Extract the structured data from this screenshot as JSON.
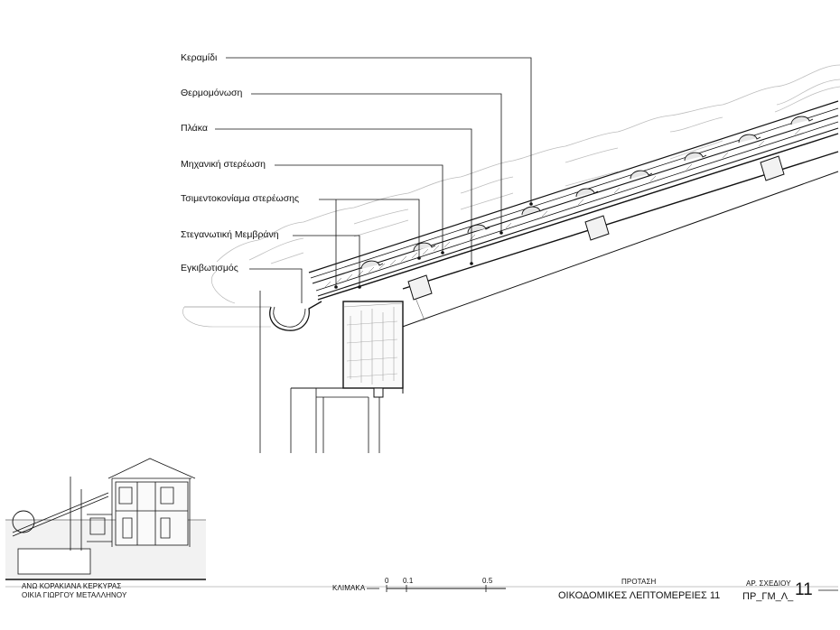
{
  "labels": [
    "Κεραμίδι",
    "Θερμομόνωση",
    "Πλάκα",
    "Μηχανική στερέωση",
    "Τσιμεντοκονίαμα στερέωσης",
    "Στεγανωτική Μεμβράνη",
    "Εγκιβωτισμός"
  ],
  "titleblock": {
    "location": "ΑΝΩ ΚΟΡΑΚΙΑΝΑ ΚΕΡΚΥΡΑΣ",
    "client": "ΟΙΚΙΑ ΓΙΩΡΓΟΥ ΜΕΤΑΛΛΗΝΟΥ",
    "scale_label": "ΚΛΙΜΑΚΑ",
    "scale_ticks": [
      "0",
      "0.1",
      "0.5"
    ],
    "stage": "ΠΡΟΤΑΣΗ",
    "drawing_title": "ΟΙΚΟΔΟΜΙΚΕΣ ΛΕΠΤΟΜΕΡΕΙΕΣ 11",
    "drawing_no_label": "ΑΡ. ΣΧΕΔΙΟΥ",
    "drawing_code": "ΠΡ_ΓΜ_Λ_",
    "sheet_number": "11"
  }
}
